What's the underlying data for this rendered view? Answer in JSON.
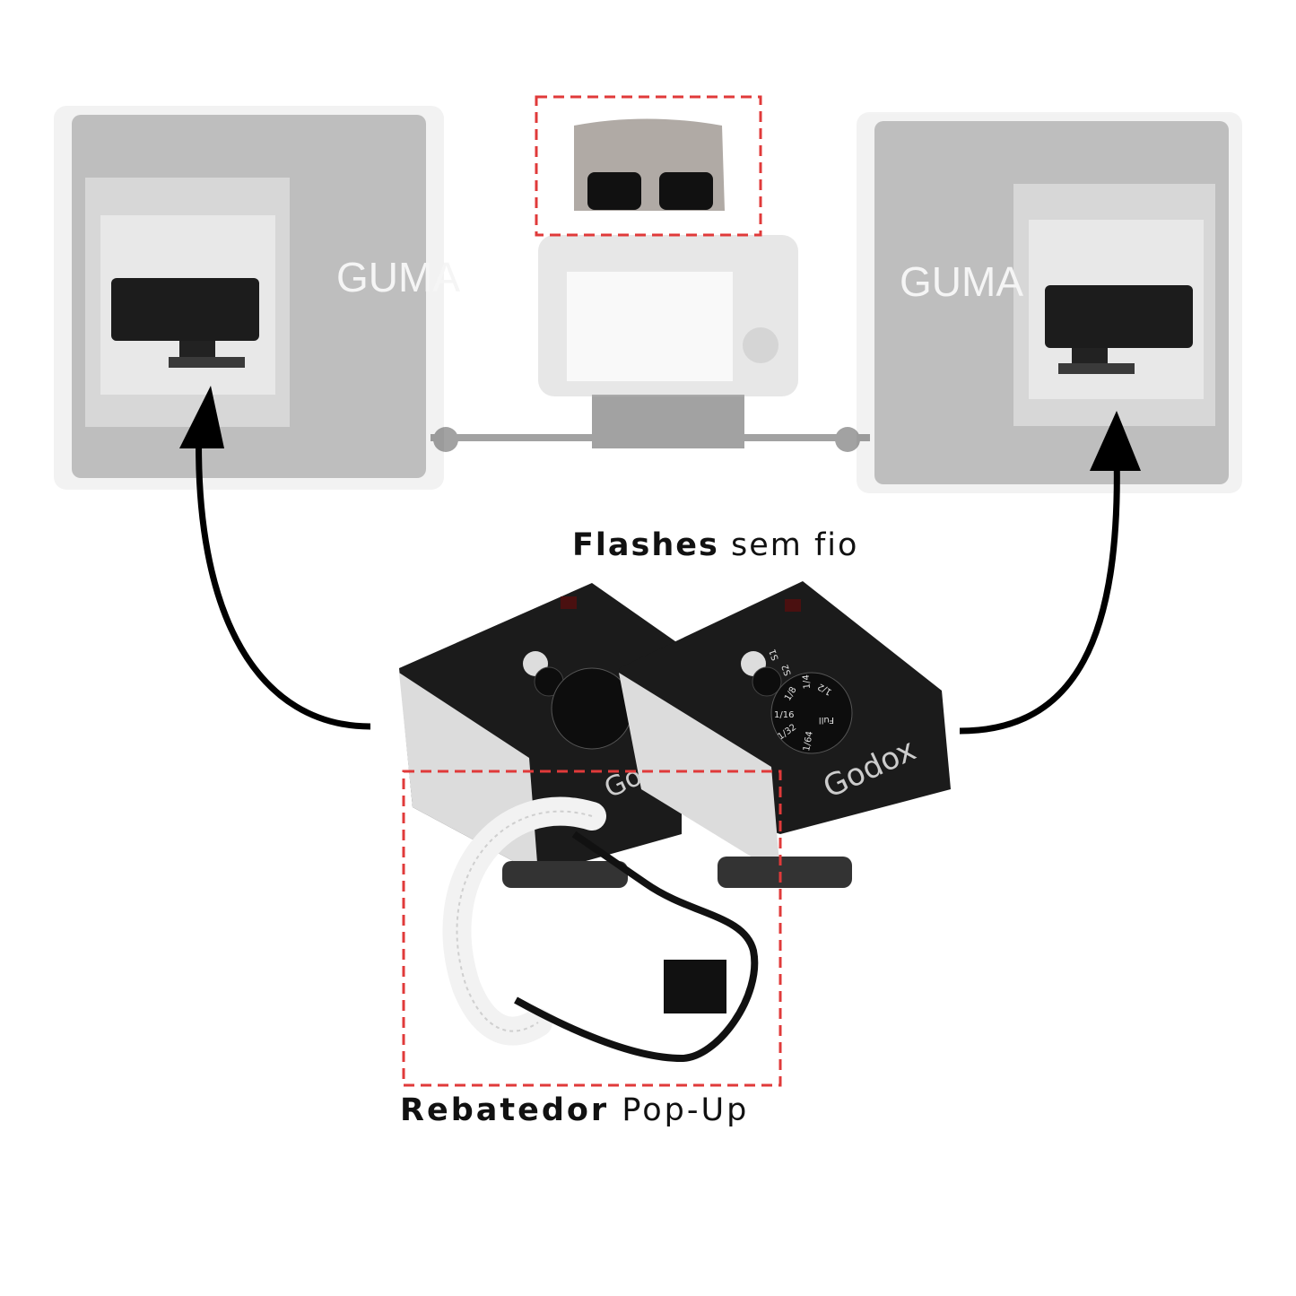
{
  "labels": {
    "flashes": {
      "bold": "Flashes",
      "regular": "sem fio"
    },
    "bouncer": {
      "bold": "Rebatedor",
      "regular": "Pop-Up"
    }
  },
  "logos": {
    "softbox_brand": "GUMA",
    "flash_brand": "Godox"
  },
  "flash_dial_marks": [
    "S1",
    "S2",
    "1/4",
    "1/2",
    "Full",
    "1/8",
    "1/16",
    "1/32",
    "1/64"
  ],
  "colors": {
    "highlight_box": "#e03a3a",
    "arrow": "#000000",
    "flash_body": "#1b1b1b",
    "softbox_faded": "#c9c9c9"
  }
}
